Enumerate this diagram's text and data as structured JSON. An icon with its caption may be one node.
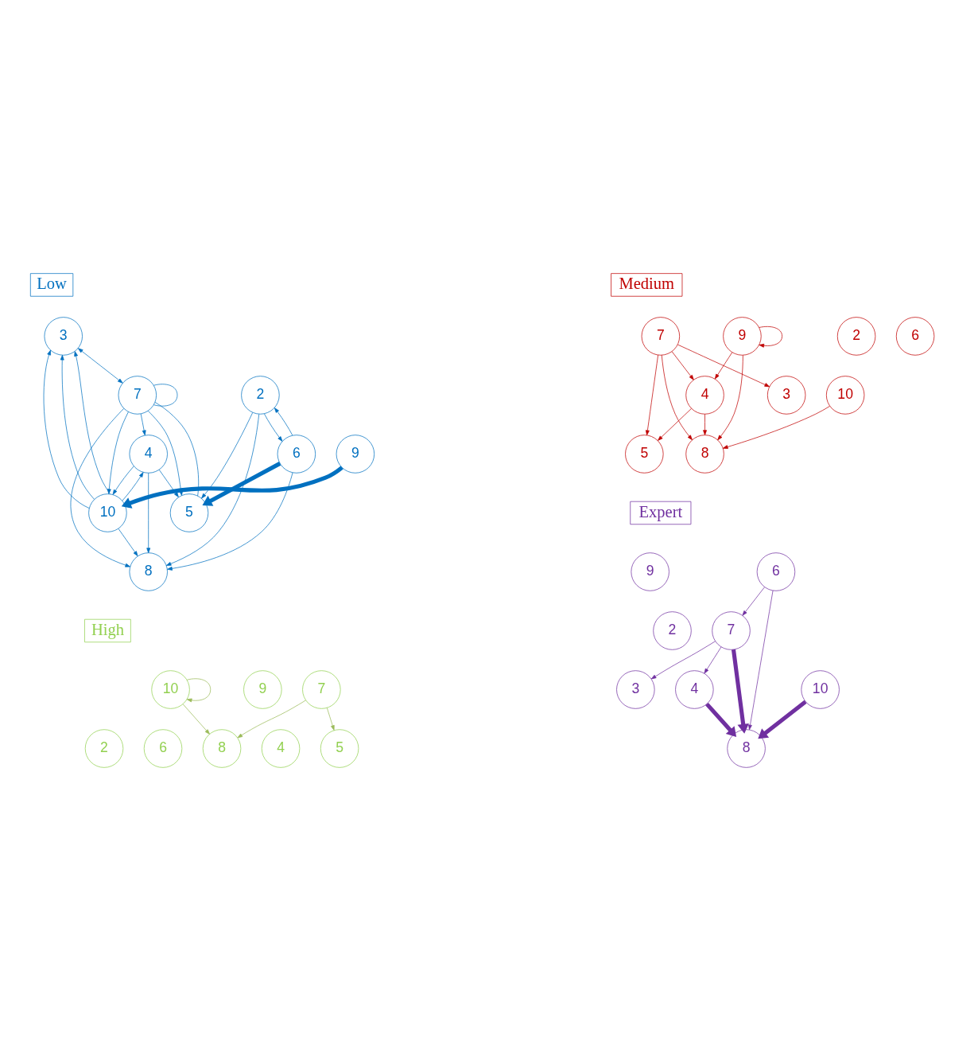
{
  "diagram": {
    "nodes": [
      {
        "text": [
          "Low"
        ]
      },
      {
        "text": [
          "3"
        ]
      },
      {
        "text": [
          "5"
        ]
      },
      {
        "text": [
          "2"
        ]
      },
      {
        "text": [
          "7"
        ]
      },
      {
        "text": [
          "6"
        ]
      },
      {
        "text": [
          "8"
        ]
      },
      {
        "text": [
          "4"
        ]
      },
      {
        "text": [
          "10"
        ]
      },
      {
        "text": [
          "9"
        ]
      },
      {
        "text": [
          "Medium"
        ]
      },
      {
        "text": [
          "3"
        ]
      },
      {
        "text": [
          "5"
        ]
      },
      {
        "text": [
          "2"
        ]
      },
      {
        "text": [
          "7"
        ]
      },
      {
        "text": [
          "6"
        ]
      },
      {
        "text": [
          "8"
        ]
      },
      {
        "text": [
          "4"
        ]
      },
      {
        "text": [
          "10"
        ]
      },
      {
        "text": [
          "9"
        ]
      },
      {
        "text": [
          "High"
        ]
      },
      {
        "text": [
          "5"
        ]
      },
      {
        "text": [
          "2"
        ]
      },
      {
        "text": [
          "7"
        ]
      },
      {
        "text": [
          "6"
        ]
      },
      {
        "text": [
          "8"
        ]
      },
      {
        "text": [
          "4"
        ]
      },
      {
        "text": [
          "10"
        ]
      },
      {
        "text": [
          "9"
        ]
      },
      {
        "text": [
          "Expert"
        ]
      },
      {
        "text": [
          "3"
        ]
      },
      {
        "text": [
          "2"
        ]
      },
      {
        "text": [
          "7"
        ]
      },
      {
        "text": [
          "6"
        ]
      },
      {
        "text": [
          "8"
        ]
      },
      {
        "text": [
          "4"
        ]
      },
      {
        "text": [
          "10"
        ]
      },
      {
        "text": [
          "9"
        ]
      }
    ],
    "edges": [
      {
        "from": 1,
        "to": 4,
        "arrow": "both"
      },
      {
        "from": 4,
        "to": 4,
        "arrow": "none"
      },
      {
        "from": 4,
        "to": 2,
        "arrow": "to"
      },
      {
        "from": 4,
        "to": 2,
        "arrow": "none"
      },
      {
        "from": 7,
        "to": 2,
        "arrow": "to"
      },
      {
        "from": 3,
        "to": 2,
        "arrow": "to"
      },
      {
        "from": 3,
        "to": 6,
        "arrow": "to"
      },
      {
        "from": 5,
        "to": 3,
        "arrow": "to"
      },
      {
        "from": 5,
        "to": 2,
        "arrow": "to",
        "style": "thick"
      },
      {
        "from": 5,
        "to": 6,
        "arrow": "to"
      },
      {
        "from": 3,
        "to": 5,
        "arrow": "to"
      },
      {
        "from": 4,
        "to": 6,
        "arrow": "to"
      },
      {
        "from": 4,
        "to": 7,
        "arrow": "to"
      },
      {
        "from": 4,
        "to": 8,
        "arrow": "to"
      },
      {
        "from": 7,
        "to": 6,
        "arrow": "to"
      },
      {
        "from": 8,
        "to": 7,
        "arrow": "to"
      },
      {
        "from": 7,
        "to": 8,
        "arrow": "to"
      },
      {
        "from": 8,
        "to": 6,
        "arrow": "to"
      },
      {
        "from": 9,
        "to": 8,
        "arrow": "to",
        "style": "thick"
      },
      {
        "from": 8,
        "to": 1,
        "arrow": "to"
      },
      {
        "from": 8,
        "to": 1,
        "arrow": "to"
      },
      {
        "from": 8,
        "to": 1,
        "arrow": "to"
      },
      {
        "from": 14,
        "to": 11,
        "arrow": "to",
        "color": "#c00000"
      },
      {
        "from": 14,
        "to": 12,
        "arrow": "to",
        "color": "#c00000"
      },
      {
        "from": 17,
        "to": 12,
        "arrow": "to",
        "color": "#c00000"
      },
      {
        "from": 14,
        "to": 16,
        "arrow": "to",
        "color": "#c00000"
      },
      {
        "from": 14,
        "to": 17,
        "arrow": "to",
        "color": "#c00000"
      },
      {
        "from": 17,
        "to": 16,
        "arrow": "to",
        "color": "#c00000"
      },
      {
        "from": 18,
        "to": 16,
        "arrow": "to",
        "color": "#c00000"
      },
      {
        "from": 19,
        "to": 16,
        "arrow": "to",
        "color": "#c00000"
      },
      {
        "from": 19,
        "to": 17,
        "arrow": "to",
        "color": "#c00000"
      },
      {
        "from": 19,
        "to": 19,
        "arrow": "to",
        "color": "#c00000"
      },
      {
        "from": 23,
        "to": 21,
        "arrow": "to",
        "color": "#9bbb59"
      },
      {
        "from": 23,
        "to": 25,
        "arrow": "to",
        "color": "#9bbb59"
      },
      {
        "from": 27,
        "to": 25,
        "arrow": "to",
        "color": "#9bbb59"
      },
      {
        "from": 27,
        "to": 27,
        "arrow": "to",
        "color": "#9bbb59"
      },
      {
        "from": 32,
        "to": 30,
        "arrow": "to",
        "color": "#7030a0"
      },
      {
        "from": 33,
        "to": 32,
        "arrow": "to",
        "color": "#7030a0"
      },
      {
        "from": 32,
        "to": 34,
        "arrow": "to",
        "color": "#7030a0",
        "style": "thick"
      },
      {
        "from": 33,
        "to": 34,
        "arrow": "to",
        "color": "#7030a0"
      },
      {
        "from": 32,
        "to": 35,
        "arrow": "to",
        "color": "#7030a0"
      },
      {
        "from": 35,
        "to": 34,
        "arrow": "to",
        "color": "#7030a0",
        "style": "thick"
      },
      {
        "from": 36,
        "to": 34,
        "arrow": "to",
        "color": "#7030a0",
        "style": "thick"
      }
    ]
  }
}
